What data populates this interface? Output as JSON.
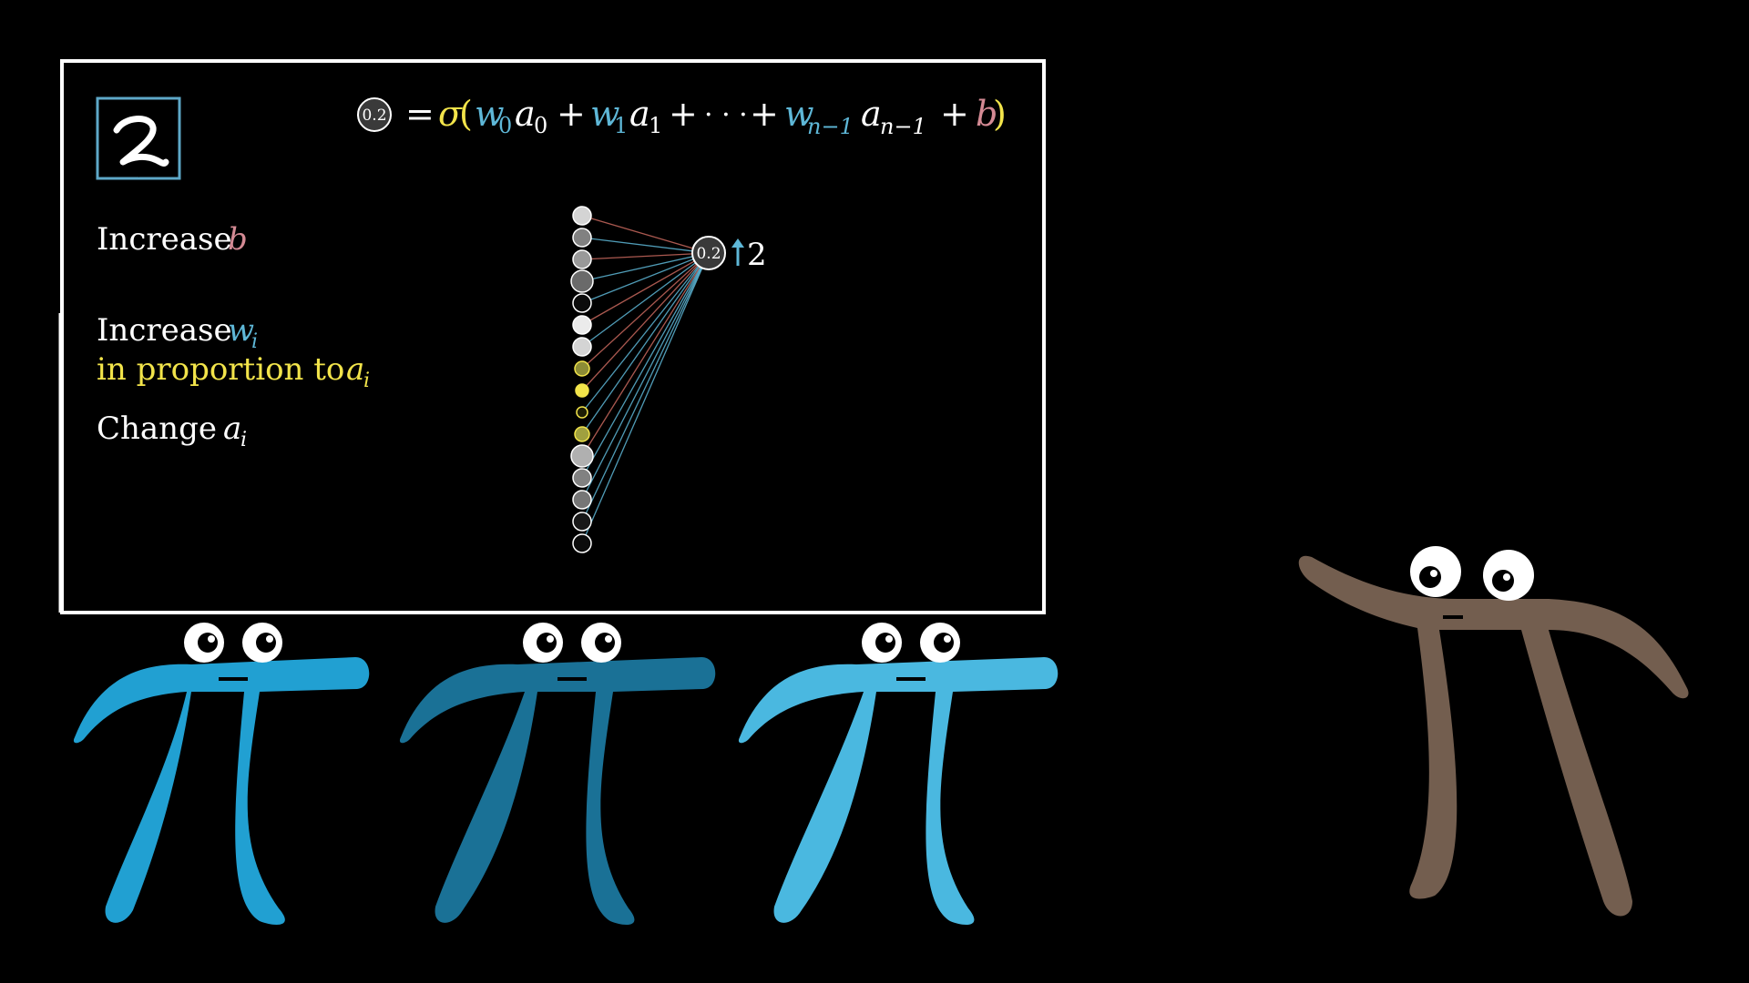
{
  "colors": {
    "background": "#000000",
    "frame": "#ffffff",
    "yellow": "#f2e44a",
    "blue": "#5eb7d7",
    "pink": "#d48a94",
    "red": "#c9685e",
    "digit_border": "#5ea8c8",
    "pi_blue_1": "#21a0d2",
    "pi_blue_2": "#1a7196",
    "pi_blue_3": "#4ab8e0",
    "pi_brown": "#735e4f"
  },
  "digit_image": {
    "digit": "2"
  },
  "formula": {
    "lhs_value": "0.2",
    "equals": "=",
    "sigma": "σ",
    "open_paren": "(",
    "w": "w",
    "a": "a",
    "sub_0": "0",
    "sub_1": "1",
    "sub_n_minus_1": "n−1",
    "plus": "+",
    "dots": "· · ·",
    "b": "b",
    "close_paren": ")"
  },
  "instructions": {
    "increase_bias": {
      "prefix": "Increase",
      "var": "b"
    },
    "increase_weights": {
      "prefix": "Increase",
      "var": "w",
      "sub": "i"
    },
    "proportion": {
      "text": "in proportion to",
      "var": "a",
      "sub": "i"
    },
    "change_activations": {
      "prefix": "Change",
      "var": "a",
      "sub": "i"
    }
  },
  "network": {
    "output_value": "0.2",
    "arrow_icon": "up-arrow-icon",
    "target_label": "2",
    "input_activations": [
      0.9,
      0.55,
      0.65,
      0.45,
      0.05,
      1.0,
      0.9,
      0.6,
      1.0,
      0.05,
      0.7,
      0.75,
      0.55,
      0.5,
      0.1,
      0.05
    ],
    "input_highlight": [
      "white",
      "white",
      "white",
      "white",
      "white",
      "white",
      "white",
      "yellow",
      "yellow",
      "yellow",
      "yellow",
      "white",
      "white",
      "white",
      "white",
      "white"
    ],
    "connection_colors": [
      "red",
      "blue",
      "red",
      "blue",
      "blue",
      "red",
      "blue",
      "red",
      "red",
      "blue",
      "blue",
      "red",
      "blue",
      "blue",
      "blue",
      "blue"
    ]
  },
  "characters": [
    {
      "name": "pi-creature-blue-1",
      "color": "#21a0d2"
    },
    {
      "name": "pi-creature-blue-2",
      "color": "#1a7196"
    },
    {
      "name": "pi-creature-blue-3",
      "color": "#4ab8e0"
    },
    {
      "name": "pi-creature-brown",
      "color": "#735e4f"
    }
  ]
}
